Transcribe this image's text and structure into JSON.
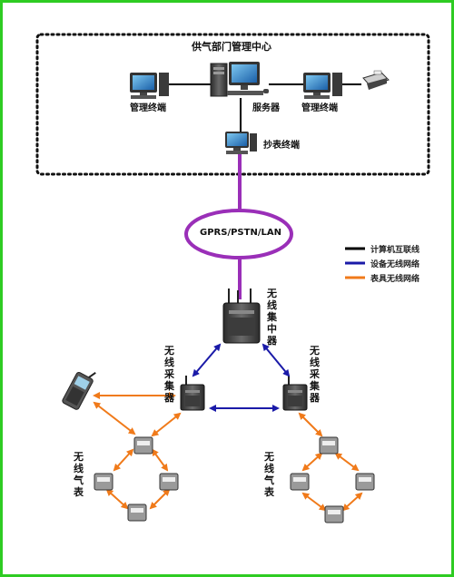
{
  "center": {
    "title": "供气部门管理中心",
    "mgmt_left": "管理终端",
    "server": "服务器",
    "mgmt_right": "管理终端",
    "meter_reading": "抄表终端"
  },
  "network_label": "GPRS/PSTN/LAN",
  "legend": [
    {
      "label": "计算机互联线",
      "color": "#000000"
    },
    {
      "label": "设备无线网络",
      "color": "#1a1aa8"
    },
    {
      "label": "表具无线网络",
      "color": "#f07a1a"
    }
  ],
  "concentrator": "无线集中器",
  "collector_left": "无线采集器",
  "collector_right": "无线采集器",
  "meters_left": "无线气表",
  "meters_right": "无线气表",
  "colors": {
    "frame": "#2ecc22",
    "purple": "#9a2fb8",
    "computer_link": "#000000",
    "device_wireless": "#1a1aa8",
    "meter_wireless": "#f07a1a"
  }
}
